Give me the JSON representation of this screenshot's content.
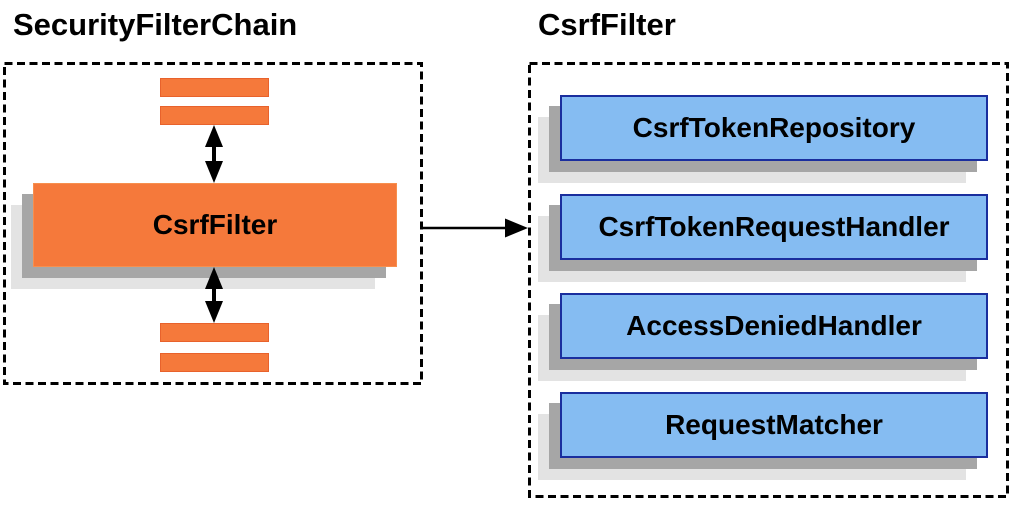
{
  "diagram": {
    "left_panel": {
      "title": "SecurityFilterChain",
      "filter_box_label": "CsrfFilter",
      "placeholder_bars": {
        "above_count": 2,
        "below_count": 2
      }
    },
    "right_panel": {
      "title": "CsrfFilter",
      "components": [
        "CsrfTokenRepository",
        "CsrfTokenRequestHandler",
        "AccessDeniedHandler",
        "RequestMatcher"
      ]
    },
    "relations": [
      "bars-above <-> CsrfFilter (double arrow)",
      "CsrfFilter <-> bars-below (double arrow)",
      "CsrfFilter -> CsrfFilter detail panel (arrow)"
    ]
  },
  "colors": {
    "orange-fill": "#F5793B",
    "orange-bar-border": "#E8622C",
    "orange-box-border": "#F78F4E",
    "blue-fill": "#85BCF2",
    "blue-border": "#1A2E9E",
    "shadow-dark": "#A6A6A6",
    "shadow-light": "#E3E3E3",
    "stroke-black": "#000000"
  }
}
